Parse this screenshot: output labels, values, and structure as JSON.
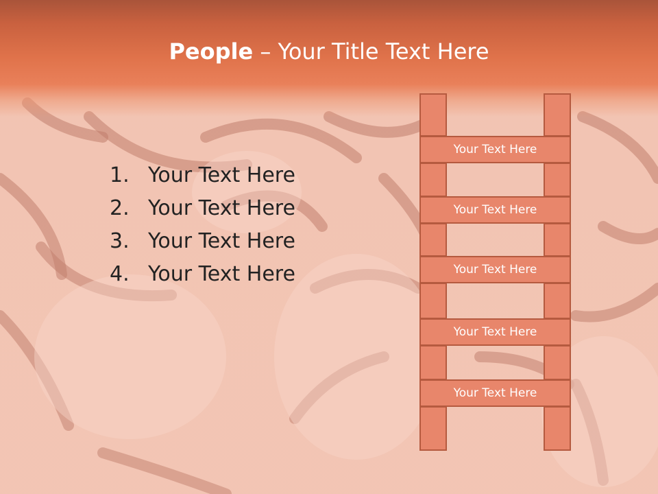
{
  "slide": {
    "title_strong": "People",
    "title_rest": " – Your Title Text Here"
  },
  "list": {
    "items": [
      {
        "num": "1.",
        "text": "Your Text Here"
      },
      {
        "num": "2.",
        "text": "Your Text Here"
      },
      {
        "num": "3.",
        "text": "Your Text Here"
      },
      {
        "num": "4.",
        "text": "Your Text Here"
      }
    ]
  },
  "ladder": {
    "rungs": [
      "Your Text Here",
      "Your Text Here",
      "Your Text Here",
      "Your Text Here",
      "Your Text Here"
    ]
  },
  "colors": {
    "title_band": "#e0734b",
    "ladder_fill": "#e8866b",
    "ladder_border": "#b55a3f",
    "background": "#f3cbbd"
  }
}
